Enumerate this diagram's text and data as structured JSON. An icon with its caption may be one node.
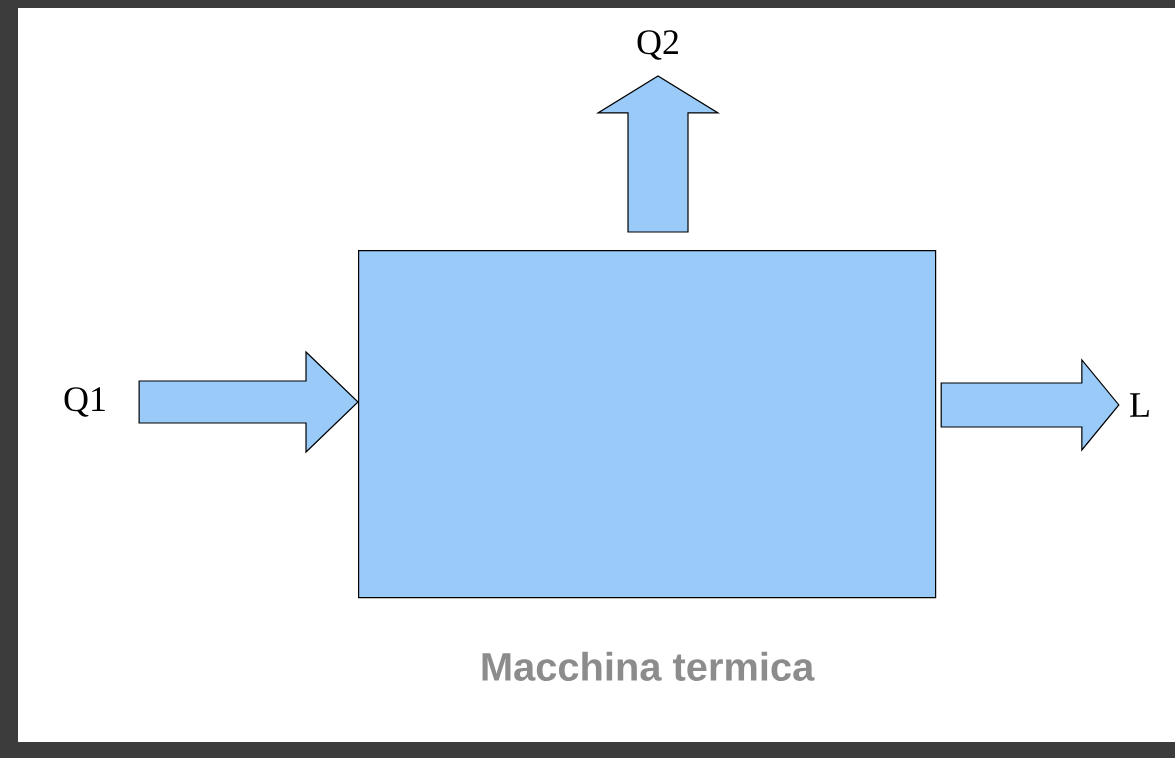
{
  "diagram": {
    "nodes": [
      {
        "text": [
          "Macchina termica"
        ]
      },
      {
        "text": [
          "Q1"
        ]
      },
      {
        "text": [
          "Q2"
        ]
      },
      {
        "text": [
          "L"
        ]
      }
    ],
    "edges": [
      {
        "from": 1,
        "to": 0,
        "arrow": "to"
      },
      {
        "from": 0,
        "to": 2,
        "arrow": "to"
      },
      {
        "from": 0,
        "to": 3,
        "arrow": "to"
      }
    ]
  }
}
